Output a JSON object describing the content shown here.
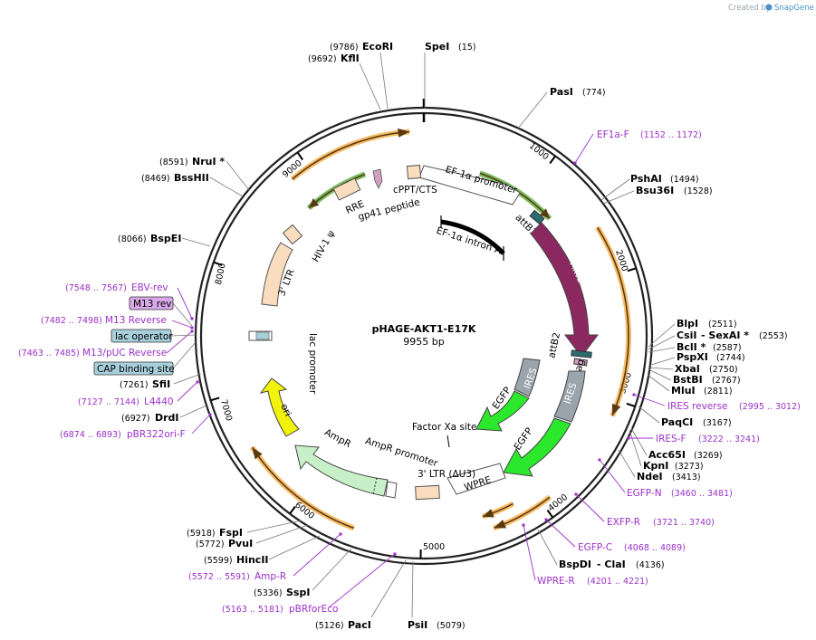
{
  "credit": {
    "prefix": "Created by",
    "brand": "SnapGene"
  },
  "plasmid": {
    "name": "pHAGE-AKT1-E17K",
    "length_label": "9955 bp"
  },
  "ticks": [
    "1000",
    "2000",
    "3000",
    "4000",
    "5000",
    "6000",
    "7000",
    "8000",
    "9000"
  ],
  "restriction_sites": [
    {
      "id": "ecori",
      "name": "EcoRI",
      "pos": "(9786)"
    },
    {
      "id": "kfli",
      "name": "KflI",
      "pos": "(9692)"
    },
    {
      "id": "spei",
      "name": "SpeI",
      "pos": "(15)"
    },
    {
      "id": "pasi",
      "name": "PasI",
      "pos": "(774)"
    },
    {
      "id": "pshai",
      "name": "PshAI",
      "pos": "(1494)"
    },
    {
      "id": "bsu36i",
      "name": "Bsu36I",
      "pos": "(1528)"
    },
    {
      "id": "blpi",
      "name": "BlpI",
      "pos": "(2511)"
    },
    {
      "id": "csii",
      "name": "CsiI",
      "name2": "- SexAI *",
      "pos": "(2553)"
    },
    {
      "id": "bcli",
      "name": "BclI *",
      "pos": "(2587)"
    },
    {
      "id": "pspxi",
      "name": "PspXI",
      "pos": "(2744)"
    },
    {
      "id": "xbai",
      "name": "XbaI",
      "pos": "(2750)"
    },
    {
      "id": "bstbi",
      "name": "BstBI",
      "pos": "(2767)"
    },
    {
      "id": "mlui",
      "name": "MluI",
      "pos": "(2811)"
    },
    {
      "id": "paqci",
      "name": "PaqCI",
      "pos": "(3167)"
    },
    {
      "id": "acc65i",
      "name": "Acc65I",
      "pos": "(3269)"
    },
    {
      "id": "kpni",
      "name": "KpnI",
      "pos": "(3273)"
    },
    {
      "id": "ndei",
      "name": "NdeI",
      "pos": "(3413)"
    },
    {
      "id": "bspdi",
      "name": "BspDI",
      "name2": "- ClaI",
      "pos": "(4136)"
    },
    {
      "id": "psii",
      "name": "PsiI",
      "pos": "(5079)"
    },
    {
      "id": "paci",
      "name": "PacI",
      "pos": "(5126)"
    },
    {
      "id": "sspi",
      "name": "SspI",
      "pos": "(5336)"
    },
    {
      "id": "hincii",
      "name": "HincII",
      "pos": "(5599)"
    },
    {
      "id": "pvui",
      "name": "PvuI",
      "pos": "(5772)"
    },
    {
      "id": "fspi",
      "name": "FspI",
      "pos": "(5918)"
    },
    {
      "id": "drdi",
      "name": "DrdI",
      "pos": "(6927)"
    },
    {
      "id": "sfii",
      "name": "SfiI",
      "pos": "(7261)"
    },
    {
      "id": "bspei",
      "name": "BspEI",
      "pos": "(8066)"
    },
    {
      "id": "bsshii",
      "name": "BssHII",
      "pos": "(8469)"
    },
    {
      "id": "nrui",
      "name": "NruI *",
      "pos": "(8591)"
    }
  ],
  "primers": [
    {
      "id": "ef1af",
      "name": "EF1a-F",
      "pos": "(1152 .. 1172)"
    },
    {
      "id": "iresrev",
      "name": "IRES reverse",
      "pos": "(2995 .. 3012)"
    },
    {
      "id": "iresf",
      "name": "IRES-F",
      "pos": "(3222 .. 3241)"
    },
    {
      "id": "egfpn",
      "name": "EGFP-N",
      "pos": "(3460 .. 3481)"
    },
    {
      "id": "exfpr",
      "name": "EXFP-R",
      "pos": "(3721 .. 3740)"
    },
    {
      "id": "egfpc",
      "name": "EGFP-C",
      "pos": "(4068 .. 4089)"
    },
    {
      "id": "wprer",
      "name": "WPRE-R",
      "pos": "(4201 .. 4221)"
    },
    {
      "id": "ampr",
      "name": "Amp-R",
      "pos": "(5572 .. 5591)"
    },
    {
      "id": "pbrforeco",
      "name": "pBRforEco",
      "pos": "(5163 .. 5181)"
    },
    {
      "id": "l4440",
      "name": "L4440",
      "pos": "(7127 .. 7144)"
    },
    {
      "id": "pbr322orif",
      "name": "pBR322ori-F",
      "pos": "(6874 .. 6893)"
    },
    {
      "id": "ebvrev",
      "name": "EBV-rev",
      "pos": "(7548 .. 7567)"
    },
    {
      "id": "m13reverse",
      "name": "M13 Reverse",
      "pos": "(7482 .. 7498)"
    },
    {
      "id": "m13puc",
      "name": "M13/pUC Reverse",
      "pos": "(7463 .. 7485)"
    }
  ],
  "boxed_features": [
    {
      "id": "m13rev",
      "label": "M13 rev",
      "color": "#d8a8e8"
    },
    {
      "id": "lacop",
      "label": "lac operator",
      "color": "#a8d0dc"
    },
    {
      "id": "cap",
      "label": "CAP binding site",
      "color": "#a8d0dc"
    }
  ],
  "features": {
    "ef1a_promoter": "EF-1α promoter",
    "ef1a_intron": "EF-1α intron A",
    "cppt": "cPPT/CTS",
    "rre": "RRE",
    "gp41": "gp41 peptide",
    "hiv_psi": "HIV-1 ψ",
    "ltr3": "3' LTR",
    "lac_promoter": "lac promoter",
    "attb1": "attB1",
    "akt1": "Akt1",
    "attb2": "attB2",
    "v5tag": "V5 tag",
    "ires_outer": "IRES",
    "ires_inner": "IRES",
    "egfp_outer": "EGFP",
    "egfp_inner": "EGFP",
    "factor_xa": "Factor Xa site",
    "ltr3_du3": "3' LTR (ΔU3)",
    "wpre": "WPRE",
    "ampr_promoter": "AmpR promoter",
    "ampr": "AmpR",
    "ori": "ori"
  },
  "colors": {
    "orf": "#f5a83a",
    "green_orf": "#4aa82c",
    "akt1": "#8c2860",
    "egfp": "#2ce82c",
    "ires": "#9aa4ac",
    "ori": "#f2f20a",
    "ampr": "#c8f0c8",
    "ltr": "#fadcbe",
    "primer": "#9b30c8"
  }
}
